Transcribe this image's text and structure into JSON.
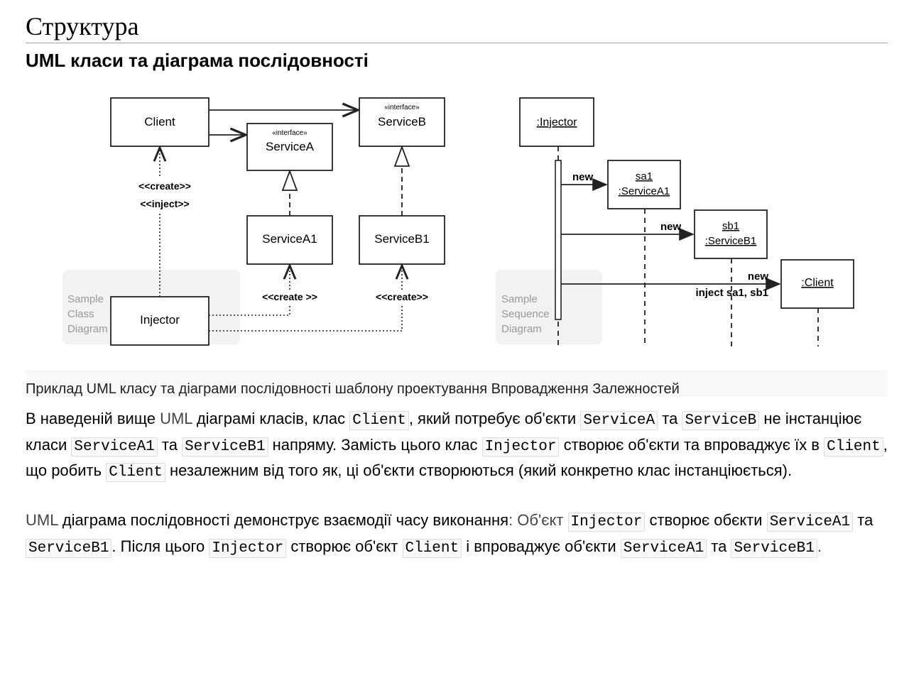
{
  "heading": "Структура",
  "subheading": "UML класи та діаграма послідовності",
  "class_diagram": {
    "client": "Client",
    "injector": "Injector",
    "service_a_stereotype": "«interface»",
    "service_a": "ServiceA",
    "service_b_stereotype": "«interface»",
    "service_b": "ServiceB",
    "service_a1": "ServiceA1",
    "service_b1": "ServiceB1",
    "create_label": "<<create>>",
    "inject_label": "<<inject>>",
    "create_a1": "<<create >>",
    "create_b1": "<<create>>",
    "sample_lines": [
      "Sample",
      "Class",
      "Diagram"
    ]
  },
  "sequence_diagram": {
    "injector": ":Injector",
    "sa1_name": "sa1",
    "sa1_type": ":ServiceA1",
    "sb1_name": "sb1",
    "sb1_type": ":ServiceB1",
    "client": ":Client",
    "new1": "new",
    "new2": "new",
    "new3": "new",
    "inject_msg": "inject sa1, sb1",
    "sample_lines": [
      "Sample",
      "Sequence",
      "Diagram"
    ]
  },
  "caption": "Приклад UML класу та діаграми послідовності шаблону проектування Впровадження Залежностей",
  "para1": {
    "t1": "В наведеній вище ",
    "t1b": "UML",
    "t1c": " діаграмі класів, клас ",
    "c1": "Client",
    "t2": ", який потребує об'єкти ",
    "c2": "ServiceA",
    "t3": " та ",
    "c3": "ServiceB",
    "t4": " не інстанціює класи ",
    "c4": "ServiceA1",
    "t5": " та ",
    "c5": "ServiceB1",
    "t6": " напряму. Замість цього клас ",
    "c6": "Injector",
    "t7": " створює об'єкти та впроваджує їх в ",
    "c7": "Client",
    "t8": ", що робить ",
    "c8": "Client",
    "t9": " незалежним від того як, ці об'єкти створюються (який конкретно клас інстанціюється)."
  },
  "para2": {
    "t1": "UML",
    "t1b": " діаграма послідовності демонструє взаємодії часу виконання",
    "t1c": ": Об'єкт ",
    "c1": "Injector",
    "t2": " створює обєкти ",
    "c2": "ServiceA1",
    "t3": " та ",
    "c3": "ServiceB1",
    "t4": ". Після цього ",
    "c4": "Injector",
    "t5": " створює об'єкт ",
    "c5": "Client",
    "t6": " і впроваджує об'єкти ",
    "c6": "ServiceA1",
    "t7": " та ",
    "c7": "ServiceB1",
    "t8": "."
  }
}
